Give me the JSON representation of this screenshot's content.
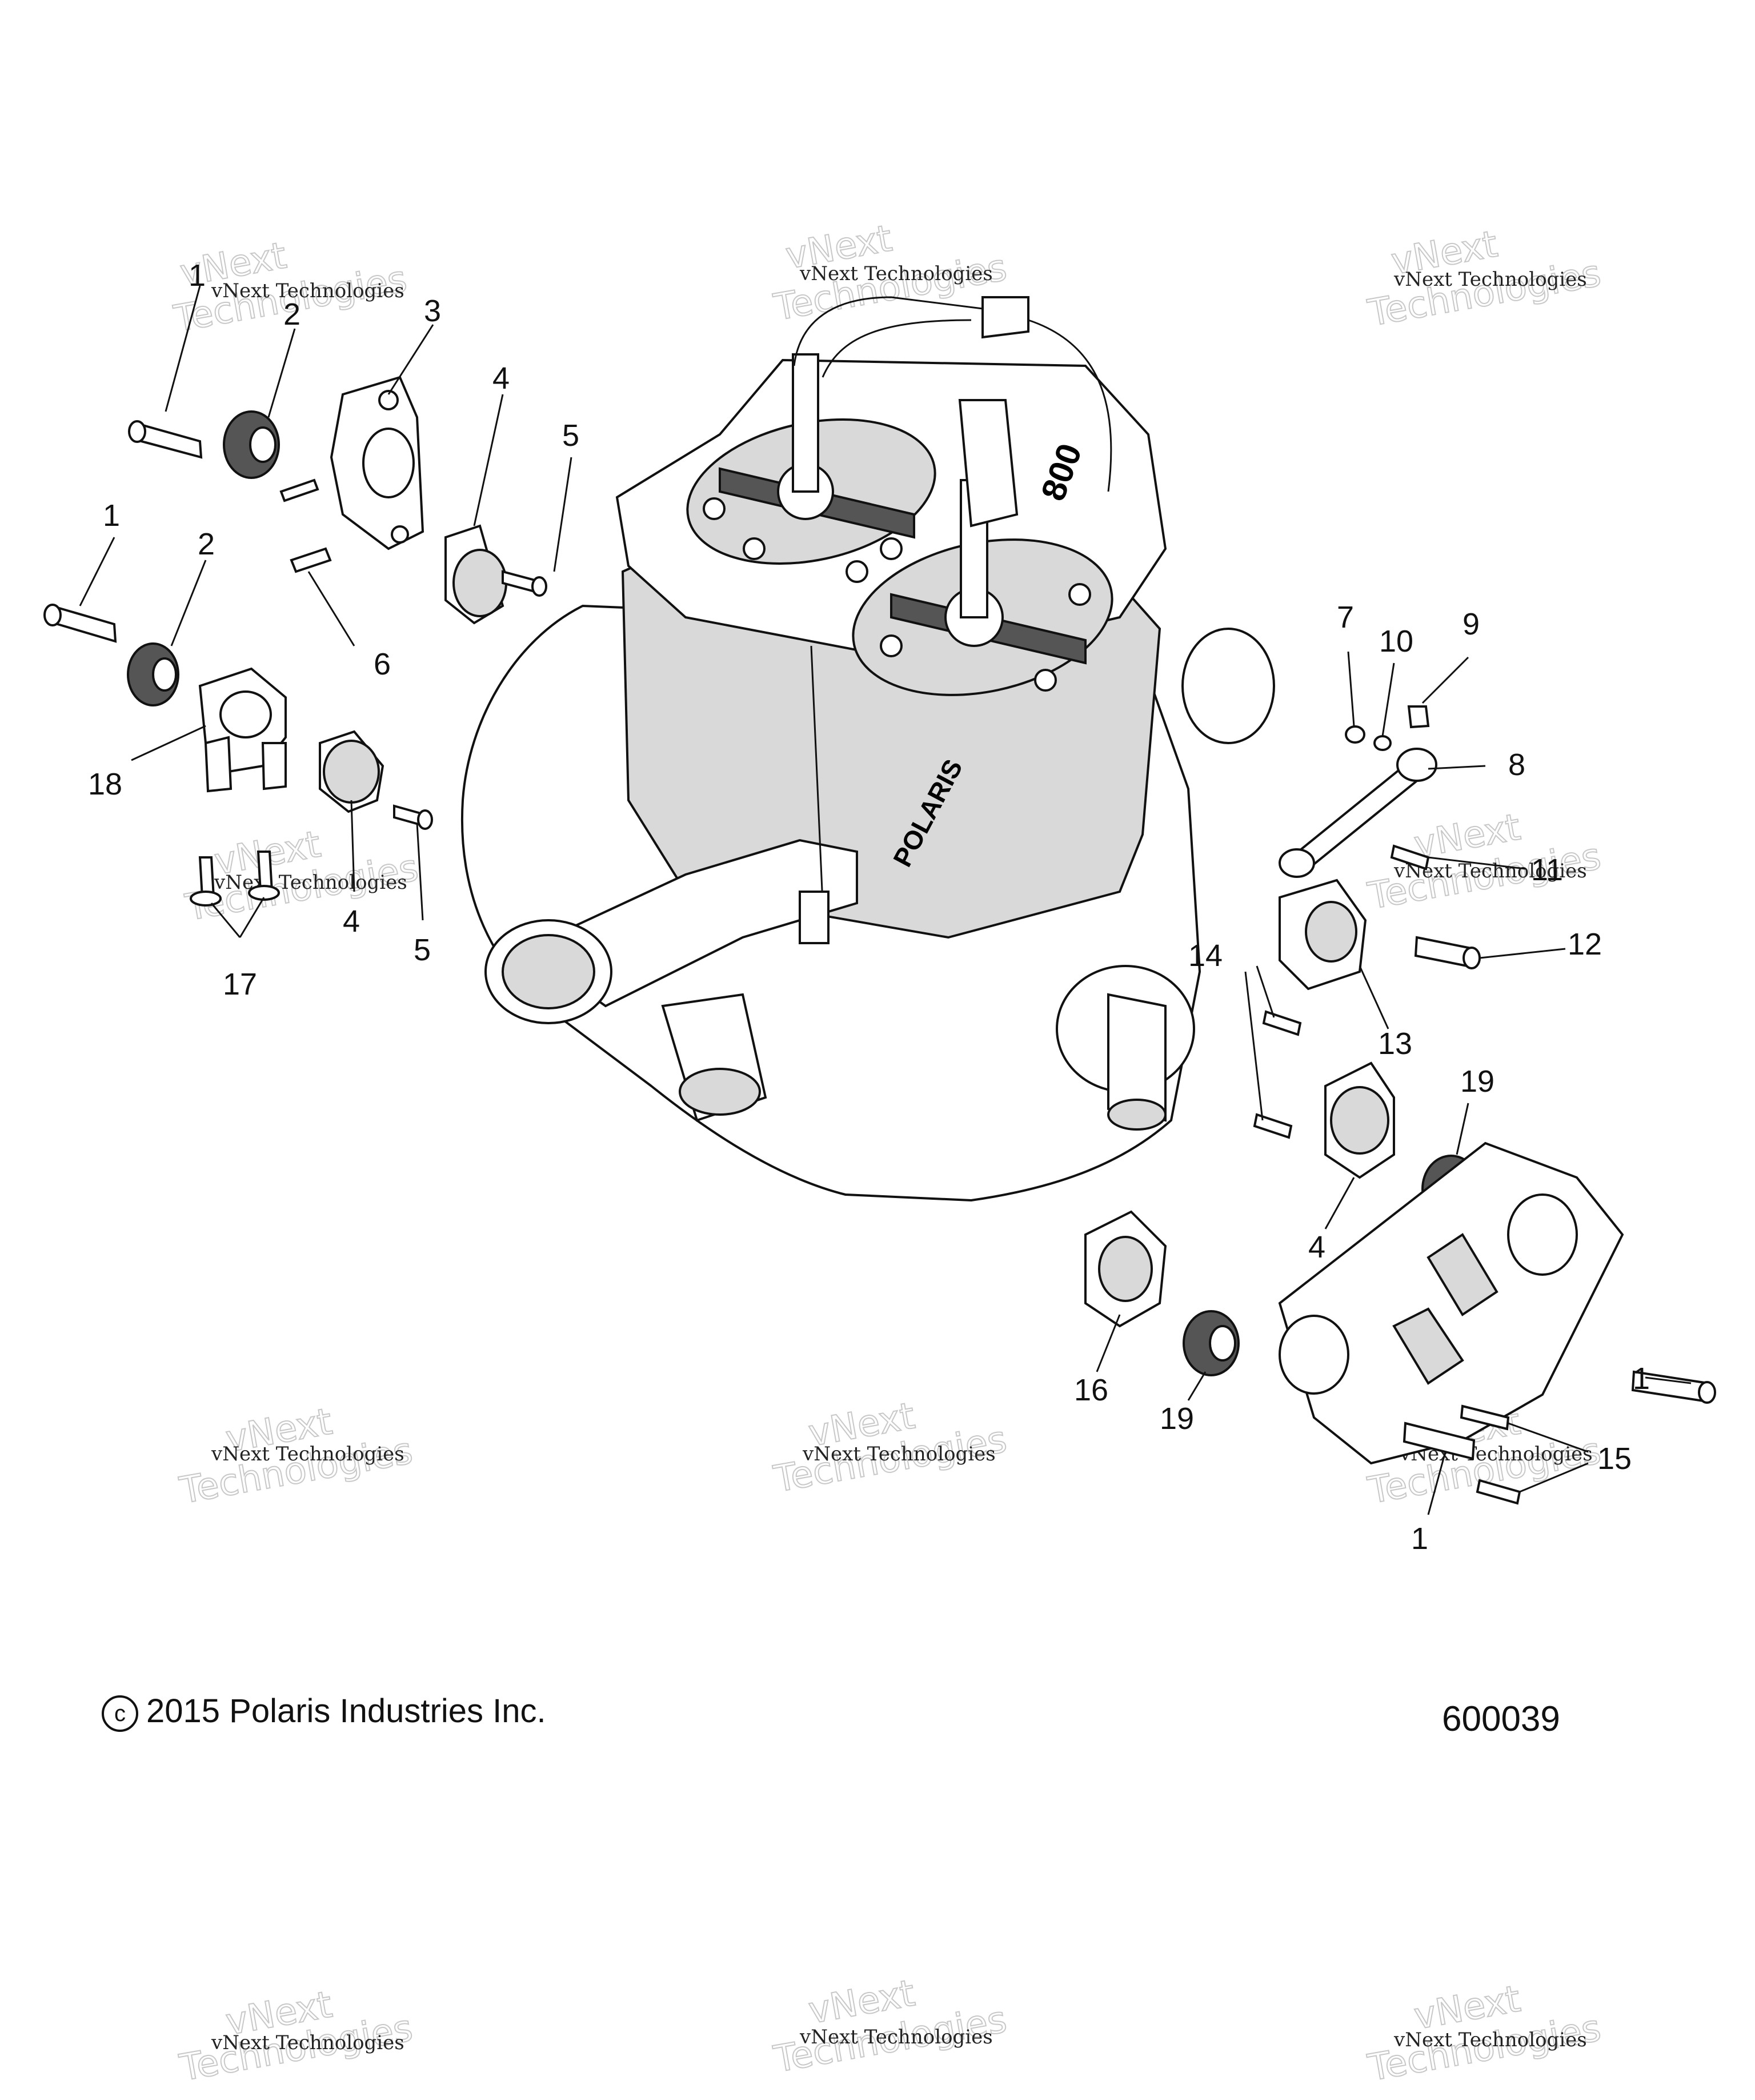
{
  "copyright": "2015 Polaris Industries Inc.",
  "drawing_number": "600039",
  "watermark": {
    "line1": "vNext Technologies",
    "line2": "vNext",
    "line3": "Technologies"
  },
  "engine_brand": "POLARIS",
  "engine_model": "800",
  "callouts": [
    "1",
    "2",
    "3",
    "4",
    "5",
    "6",
    "7",
    "8",
    "9",
    "10",
    "11",
    "12",
    "13",
    "14",
    "15",
    "16",
    "17",
    "18",
    "19"
  ]
}
